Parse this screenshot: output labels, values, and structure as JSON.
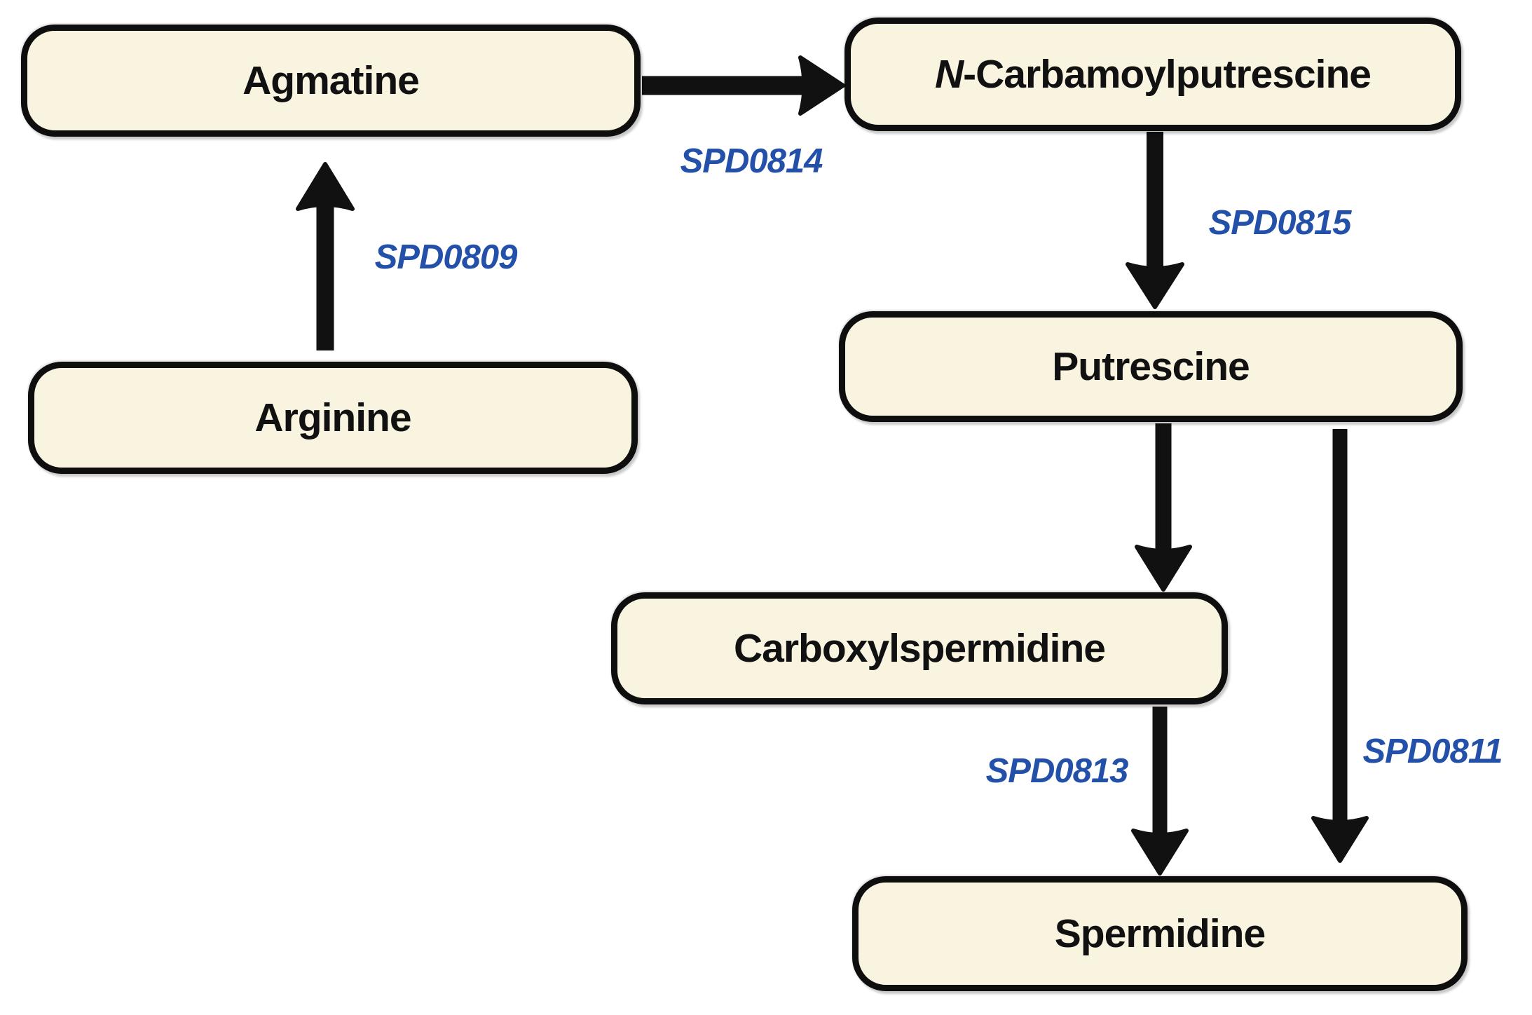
{
  "diagram_type": "metabolic-pathway",
  "colors": {
    "background": "#ffffff",
    "node_fill": "#f8f4e0",
    "node_border": "#0e0e0e",
    "node_text": "#111111",
    "arrow": "#111111",
    "enzyme_text": "#2350a8"
  },
  "nodes": {
    "agmatine": {
      "label": "Agmatine"
    },
    "ncarbamoylputrescine": {
      "prefix": "N",
      "rest": "-Carbamoylputrescine"
    },
    "arginine": {
      "label": "Arginine"
    },
    "putrescine": {
      "label": "Putrescine"
    },
    "carboxylspermidine": {
      "label": "Carboxylspermidine"
    },
    "spermidine": {
      "label": "Spermidine"
    }
  },
  "enzymes": {
    "spd0809": {
      "label": "SPD0809"
    },
    "spd0814": {
      "label": "SPD0814"
    },
    "spd0815": {
      "label": "SPD0815"
    },
    "spd0813": {
      "label": "SPD0813"
    },
    "spd0811": {
      "label": "SPD0811"
    }
  },
  "edges": [
    {
      "from": "Arginine",
      "to": "Agmatine",
      "enzyme": "SPD0809",
      "direction": "up"
    },
    {
      "from": "Agmatine",
      "to": "N-Carbamoylputrescine",
      "enzyme": "SPD0814",
      "direction": "right"
    },
    {
      "from": "N-Carbamoylputrescine",
      "to": "Putrescine",
      "enzyme": "SPD0815",
      "direction": "down"
    },
    {
      "from": "Putrescine",
      "to": "Carboxylspermidine",
      "enzyme": "",
      "direction": "down"
    },
    {
      "from": "Carboxylspermidine",
      "to": "Spermidine",
      "enzyme": "SPD0813",
      "direction": "down"
    },
    {
      "from": "Putrescine",
      "to": "Spermidine",
      "enzyme": "SPD0811",
      "direction": "down"
    }
  ]
}
